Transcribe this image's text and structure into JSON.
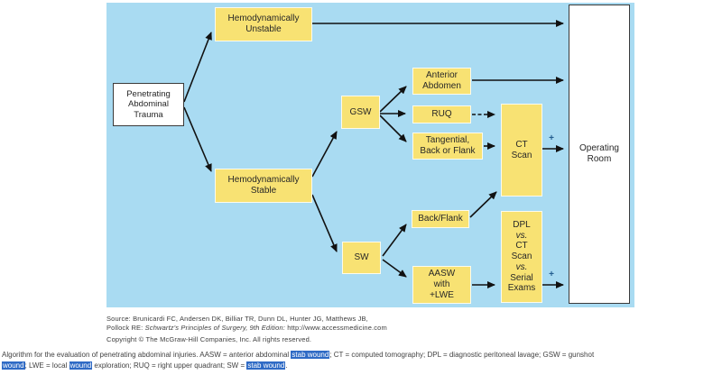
{
  "flowchart": {
    "panel_color": "#a9dbf2",
    "box_fill_color": "#f8e273",
    "plus_color": "#235d8f",
    "plus_label": "+",
    "boxes": {
      "penetrating": {
        "label": "Penetrating\nAbdominal\nTrauma"
      },
      "unstable": {
        "label": "Hemodynamically\nUnstable"
      },
      "stable": {
        "label": "Hemodynamically\nStable"
      },
      "gsw": {
        "label": "GSW"
      },
      "sw": {
        "label": "SW"
      },
      "anterior": {
        "label": "Anterior\nAbdomen"
      },
      "ruq": {
        "label": "RUQ"
      },
      "tangential": {
        "label": "Tangential,\nBack or Flank"
      },
      "ct": {
        "label": "CT\nScan"
      },
      "backflank": {
        "label": "Back/Flank"
      },
      "aasw": {
        "label": "AASW\nwith\n+LWE"
      },
      "dpl": {
        "lines": [
          "DPL",
          "vs.",
          "CT",
          "Scan",
          "vs.",
          "Serial",
          "Exams"
        ]
      },
      "operating": {
        "label": "Operating\nRoom"
      }
    }
  },
  "source": {
    "line1": "Source: Brunicardi FC, Andersen DK, Billiar TR, Dunn DL, Hunter JG, Matthews JB,",
    "line2_prefix": "Pollock RE: ",
    "line2_italic": "Schwartz's Principles of Surgery, 9th Edition:",
    "line2_suffix": " http://www.accessmedicine.com",
    "line3": "Copyright © The McGraw-Hill Companies, Inc. All rights reserved."
  },
  "caption": {
    "highlight_color": "#2e6ac5",
    "line1": {
      "seg0": "Algorithm for the evaluation of penetrating abdominal injuries. AASW = anterior abdominal ",
      "seg1_hl": "stab wound",
      "seg2": "; CT = computed tomography; DPL = diagnostic peritoneal lavage; GSW = gunshot"
    },
    "line2": {
      "seg0_hl": "wound",
      "seg1": "; LWE = local ",
      "seg2_hl": "wound",
      "seg3": " exploration; RUQ = right upper quadrant; SW = ",
      "seg4_hl": "stab wound",
      "seg5": "."
    }
  }
}
